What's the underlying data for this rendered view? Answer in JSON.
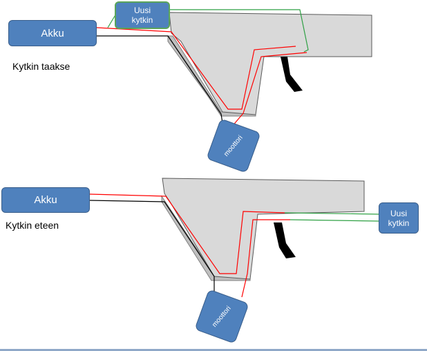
{
  "diagrams": [
    {
      "battery_label": "Akku",
      "switch_label": "Uusi\nkytkin",
      "motor_label": "moottori",
      "caption": "Kytkin taakse"
    },
    {
      "battery_label": "Akku",
      "switch_label": "Uusi\nkytkin",
      "motor_label": "moottori",
      "caption": "Kytkin eteen"
    }
  ],
  "colors": {
    "box_fill": "#4f81bd",
    "box_border": "#385d8a",
    "tool_body": "#d9d9d9",
    "wire_red": "#ff0000",
    "wire_black": "#000000",
    "wire_green": "#2ea043"
  }
}
